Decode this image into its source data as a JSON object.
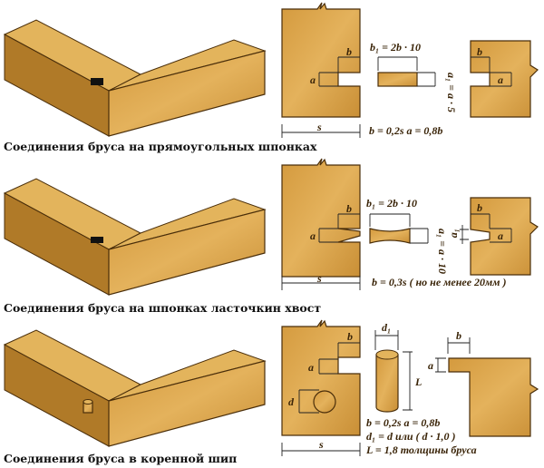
{
  "colors": {
    "wood_light": "#e0ad55",
    "wood_dark": "#c48a34",
    "outline": "#4a2e0a"
  },
  "sections": [
    {
      "caption": "Соединения бруса на прямоугольных шпонках",
      "labels": {
        "b": "b",
        "a": "a",
        "b1": "b₁ = 2b · 10",
        "a1": "a₁ = a · 5",
        "s": "s",
        "formula": "b = 0,2s  a = 0,8b"
      }
    },
    {
      "caption": "Соединения бруса на шпонках ласточкин хвост",
      "labels": {
        "b": "b",
        "a": "a",
        "b1": "b₁ = 2b · 10",
        "a1": "a₁ = a · 10",
        "a1_short": "a₁",
        "s": "s",
        "formula": "b = 0,3s ( но не менее 20мм )"
      }
    },
    {
      "caption": "Соединения бруса в коренной шип",
      "labels": {
        "b": "b",
        "a": "a",
        "d": "d",
        "d1": "d₁",
        "L": "L",
        "s": "s",
        "formula1": "b = 0,2s  a = 0,8b",
        "formula2": "d₁ = d или ( d · 1,0 )",
        "formula3": "L = 1,8 толщины бруса"
      }
    }
  ]
}
